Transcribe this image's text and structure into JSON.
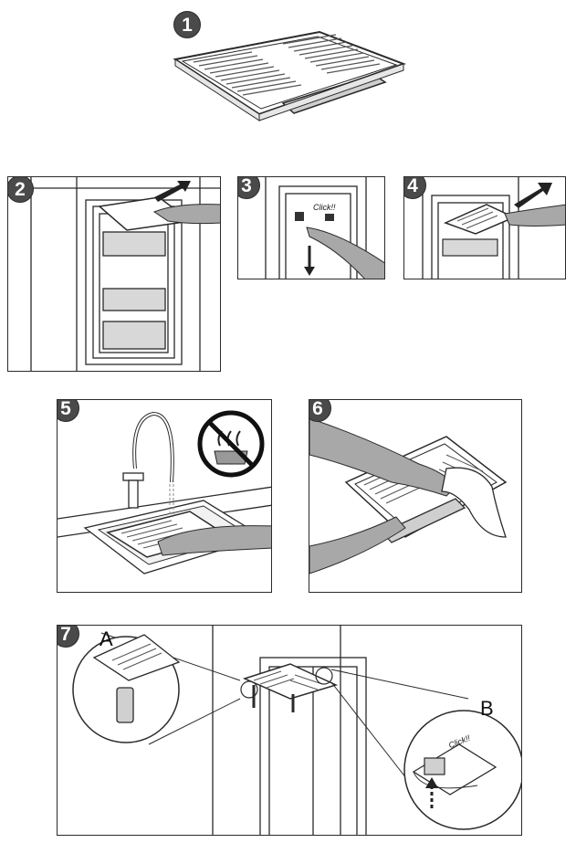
{
  "steps": [
    {
      "number": "1"
    },
    {
      "number": "2"
    },
    {
      "number": "3",
      "click_text": "Click!!"
    },
    {
      "number": "4"
    },
    {
      "number": "5"
    },
    {
      "number": "6"
    },
    {
      "number": "7",
      "label_a": "A",
      "label_b": "B",
      "click_text": "Click!!"
    }
  ],
  "colors": {
    "line": "#2a2a2a",
    "badge": "#4a4a4a",
    "badge_text": "#ffffff",
    "skin": "#a8a8a8"
  },
  "icons": [
    "filter-icon",
    "hand-icon",
    "arrow-icon",
    "faucet-icon",
    "no-steam-icon",
    "cloth-icon",
    "magnifier-icon"
  ]
}
